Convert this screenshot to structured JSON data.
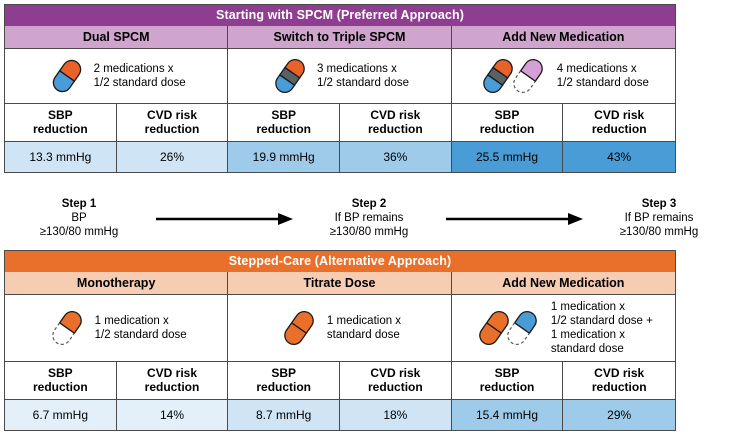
{
  "colors": {
    "purple_band": "#8e3d91",
    "purple_sub": "#cfa4cd",
    "orange_band": "#e8702a",
    "peach_sub": "#f6cdb3",
    "blue_light": "#cfe4f5",
    "blue_mid": "#9fcbea",
    "blue_dark": "#4a9cd6",
    "blue_lightest": "#e3f0fa",
    "capsule_orange": "#e8622a",
    "capsule_blue": "#4a9cd6",
    "capsule_gray": "#5a6068",
    "capsule_pink": "#d6a0d6",
    "border": "#4a4a4a"
  },
  "spcm_section": {
    "title": "Starting with SPCM (Preferred Approach)",
    "columns": [
      {
        "name": "Dual SPCM",
        "capsule": "two-tone-capsule",
        "dose_lines": [
          "2 medications x",
          "1/2 standard dose"
        ],
        "metrics": [
          {
            "label_line1": "SBP",
            "label_line2": "reduction",
            "value": "13.3 mmHg",
            "fill": "#cfe4f5"
          },
          {
            "label_line1": "CVD risk",
            "label_line2": "reduction",
            "value": "26%",
            "fill": "#cfe4f5"
          }
        ]
      },
      {
        "name": "Switch to Triple SPCM",
        "capsule": "three-tone-capsule",
        "dose_lines": [
          "3 medications x",
          "1/2 standard dose"
        ],
        "metrics": [
          {
            "label_line1": "SBP",
            "label_line2": "reduction",
            "value": "19.9 mmHg",
            "fill": "#9fcbea"
          },
          {
            "label_line1": "CVD risk",
            "label_line2": "reduction",
            "value": "36%",
            "fill": "#9fcbea"
          }
        ]
      },
      {
        "name": "Add New Medication",
        "capsule": "three-tone-capsule-plus-pink-half",
        "dose_lines": [
          "4 medications x",
          "1/2 standard dose"
        ],
        "metrics": [
          {
            "label_line1": "SBP",
            "label_line2": "reduction",
            "value": "25.5 mmHg",
            "fill": "#4a9cd6"
          },
          {
            "label_line1": "CVD risk",
            "label_line2": "reduction",
            "value": "43%",
            "fill": "#4a9cd6"
          }
        ]
      }
    ]
  },
  "steps": [
    {
      "title": "Step 1",
      "line2": "BP",
      "line3": "≥130/80 mmHg"
    },
    {
      "title": "Step 2",
      "line2": "If BP remains",
      "line3": "≥130/80 mmHg"
    },
    {
      "title": "Step 3",
      "line2": "If BP remains",
      "line3": "≥130/80 mmHg"
    }
  ],
  "stepped_section": {
    "title": "Stepped-Care (Alternative Approach)",
    "columns": [
      {
        "name": "Monotherapy",
        "capsule": "orange-half-capsule",
        "dose_lines": [
          "1 medication x",
          "1/2 standard dose"
        ],
        "metrics": [
          {
            "label_line1": "SBP",
            "label_line2": "reduction",
            "value": "6.7 mmHg",
            "fill": "#e3f0fa"
          },
          {
            "label_line1": "CVD risk",
            "label_line2": "reduction",
            "value": "14%",
            "fill": "#e3f0fa"
          }
        ]
      },
      {
        "name": "Titrate Dose",
        "capsule": "orange-full-capsule",
        "dose_lines": [
          "1 medication x",
          "standard dose"
        ],
        "metrics": [
          {
            "label_line1": "SBP",
            "label_line2": "reduction",
            "value": "8.7 mmHg",
            "fill": "#cfe4f5"
          },
          {
            "label_line1": "CVD risk",
            "label_line2": "reduction",
            "value": "18%",
            "fill": "#cfe4f5"
          }
        ]
      },
      {
        "name": "Add New Medication",
        "capsule": "orange-full-plus-blue-half",
        "dose_lines": [
          "1 medication x",
          "1/2 standard dose +",
          "1 medication x",
          "standard dose"
        ],
        "metrics": [
          {
            "label_line1": "SBP",
            "label_line2": "reduction",
            "value": "15.4 mmHg",
            "fill": "#9fcbea"
          },
          {
            "label_line1": "CVD risk",
            "label_line2": "reduction",
            "value": "29%",
            "fill": "#9fcbea"
          }
        ]
      }
    ]
  }
}
